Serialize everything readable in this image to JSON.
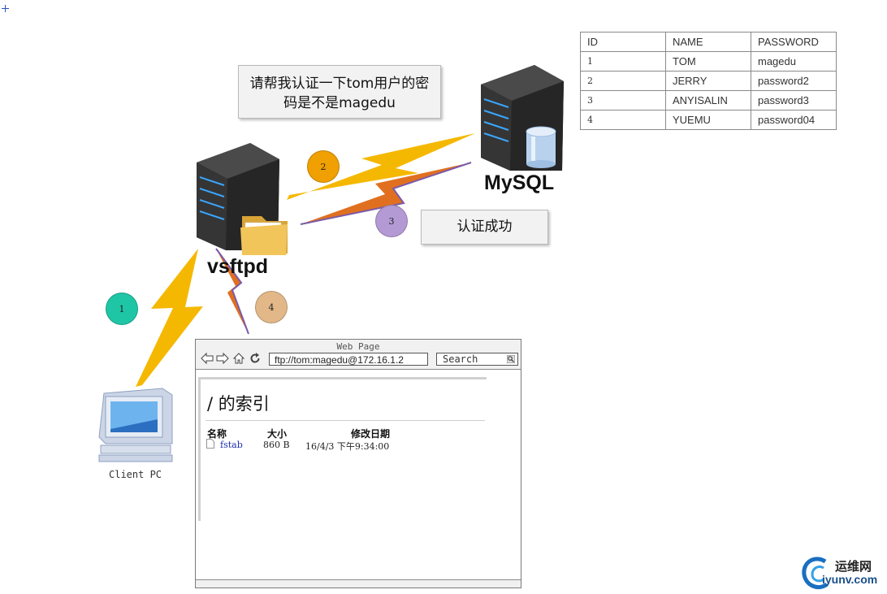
{
  "credentials_table": {
    "headers": [
      "ID",
      "NAME",
      "PASSWORD"
    ],
    "rows": [
      [
        "1",
        "TOM",
        "magedu"
      ],
      [
        "2",
        "JERRY",
        "password2"
      ],
      [
        "3",
        "ANYISALIN",
        "password3"
      ],
      [
        "4",
        "YUEMU",
        "password04"
      ]
    ]
  },
  "callouts": {
    "request_line1": "请帮我认证一下tom用户的密",
    "request_line2": "码是不是magedu",
    "success": "认证成功"
  },
  "steps": [
    {
      "label": "1",
      "color": "#1fc6a6"
    },
    {
      "label": "2",
      "color": "#f0a000"
    },
    {
      "label": "3",
      "color": "#b49ad4"
    },
    {
      "label": "4",
      "color": "#e3b888"
    }
  ],
  "nodes": {
    "ftp_server": "vsftpd",
    "database": "MySQL",
    "client": "Client PC"
  },
  "browser": {
    "title": "Web Page",
    "address": "ftp://tom:magedu@172.16.1.2",
    "search_label": "Search",
    "heading": "/ 的索引",
    "columns": {
      "name": "名称",
      "size": "大小",
      "modified": "修改日期"
    },
    "files": [
      {
        "name": "fstab",
        "size": "860 B",
        "modified": "16/4/3 下午9:34:00"
      }
    ]
  },
  "logo": {
    "top_text": "运维网",
    "bottom_text": "iyunv.com"
  },
  "colors": {
    "lightning_yellow": "#f5b800",
    "bolt_purple": "#7a5aa8",
    "bolt_orange": "#e07020",
    "server_body": "#2b2b2b",
    "server_led": "#3aa6ff"
  }
}
